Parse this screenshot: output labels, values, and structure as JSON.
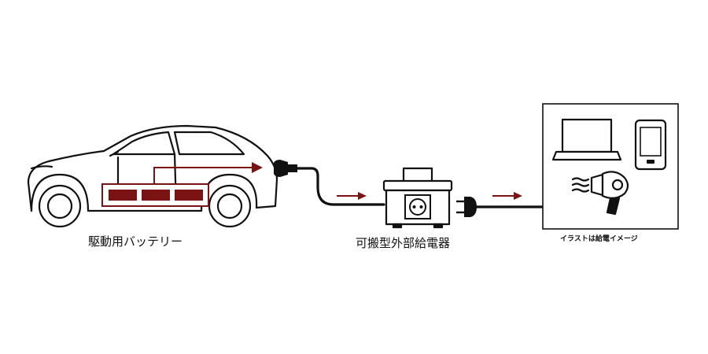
{
  "colors": {
    "accent": "#7a1414",
    "line": "#111111",
    "background": "#ffffff"
  },
  "labels": {
    "battery": "駆動用バッテリー",
    "generator": "可搬型外部給電器",
    "illustration_note": "イラストは給電イメージ"
  },
  "icons": [
    "car-icon",
    "battery-icon",
    "power-cable",
    "portable-generator-icon",
    "outlet-icon",
    "plug-icon",
    "laptop-icon",
    "smartphone-icon",
    "hair-dryer-icon"
  ]
}
